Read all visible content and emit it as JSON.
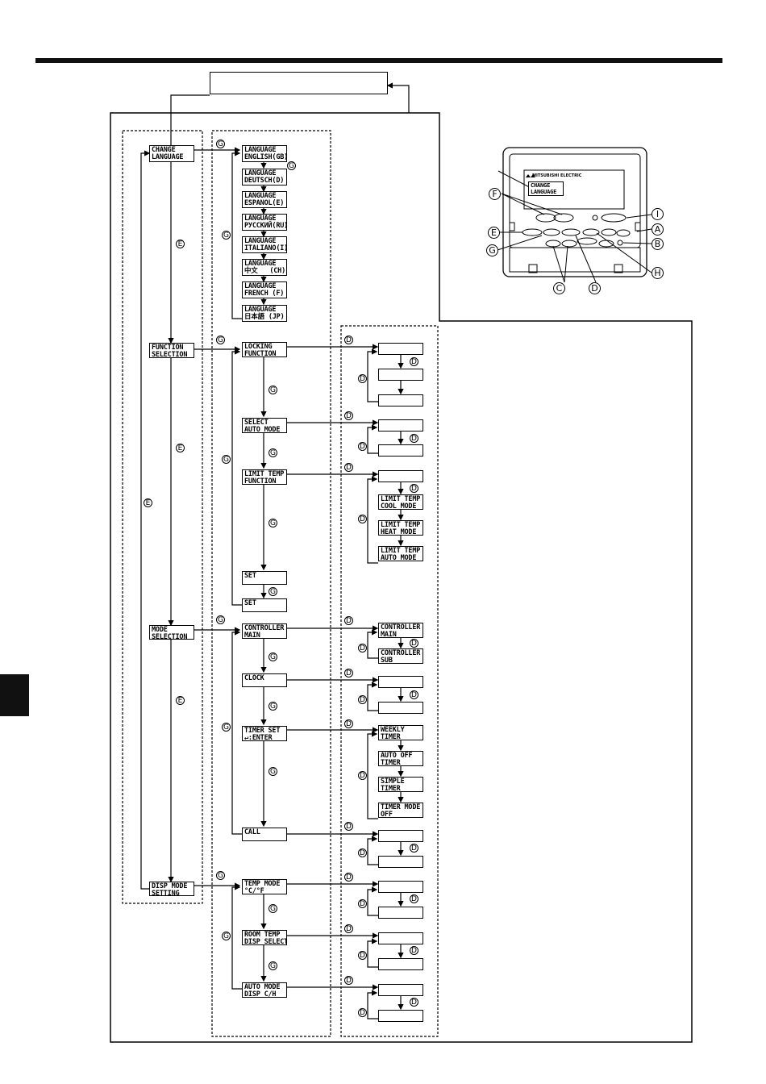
{
  "letters": {
    "E": "E",
    "G": "G",
    "D": "D",
    "F": "F",
    "A": "A",
    "B": "B",
    "C": "C",
    "H": "H",
    "I": "I"
  },
  "menus": {
    "change_language": [
      "CHANGE",
      "LANGUAGE"
    ],
    "function_selection": [
      "FUNCTION",
      "SELECTION"
    ],
    "mode_selection": [
      "MODE",
      "SELECTION"
    ],
    "disp_mode_setting": [
      "DISP MODE",
      "SETTING"
    ]
  },
  "languages": [
    [
      "LANGUAGE",
      "ENGLISH(GB)"
    ],
    [
      "LANGUAGE",
      "DEUTSCH(D)"
    ],
    [
      "LANGUAGE",
      "ESPANOL(E)"
    ],
    [
      "LANGUAGE",
      "РУССКИЙ(RU)"
    ],
    [
      "LANGUAGE",
      "ITALIANO(I)"
    ],
    [
      "LANGUAGE",
      "中文   (CH)"
    ],
    [
      "LANGUAGE",
      "FRENCH (F)"
    ],
    [
      "LANGUAGE",
      "日本語 (JP)"
    ]
  ],
  "functions": {
    "locking": [
      "LOCKING",
      "FUNCTION"
    ],
    "select_auto": [
      "SELECT",
      "AUTO MODE"
    ],
    "limit_temp": [
      "LIMIT TEMP",
      "FUNCTION"
    ],
    "set1": "SET",
    "set2": "SET"
  },
  "limit_temp_modes": [
    [
      "LIMIT TEMP",
      "COOL MODE"
    ],
    [
      "LIMIT TEMP",
      "HEAT MODE"
    ],
    [
      "LIMIT TEMP",
      "AUTO MODE"
    ]
  ],
  "modes": {
    "controller": [
      "CONTROLLER",
      "MAIN"
    ],
    "clock": "CLOCK",
    "timer_set": [
      "TIMER SET",
      "↵:ENTER"
    ],
    "call": "CALL"
  },
  "controller_sub": [
    "CONTROLLER",
    "SUB"
  ],
  "timers": [
    [
      "WEEKLY",
      "TIMER"
    ],
    [
      "AUTO OFF",
      "TIMER"
    ],
    [
      "SIMPLE",
      "TIMER"
    ],
    [
      "TIMER MODE",
      "OFF"
    ]
  ],
  "disp": {
    "temp_mode": [
      "TEMP MODE",
      "°C/°F"
    ],
    "room_temp": [
      "ROOM TEMP",
      "DISP SELECT"
    ],
    "auto_mode": [
      "AUTO MODE",
      "DISP C/H"
    ]
  },
  "remote": {
    "brand": "MITSUBISHI ELECTRIC",
    "screen": [
      "CHANGE",
      "LANGUAGE"
    ]
  }
}
